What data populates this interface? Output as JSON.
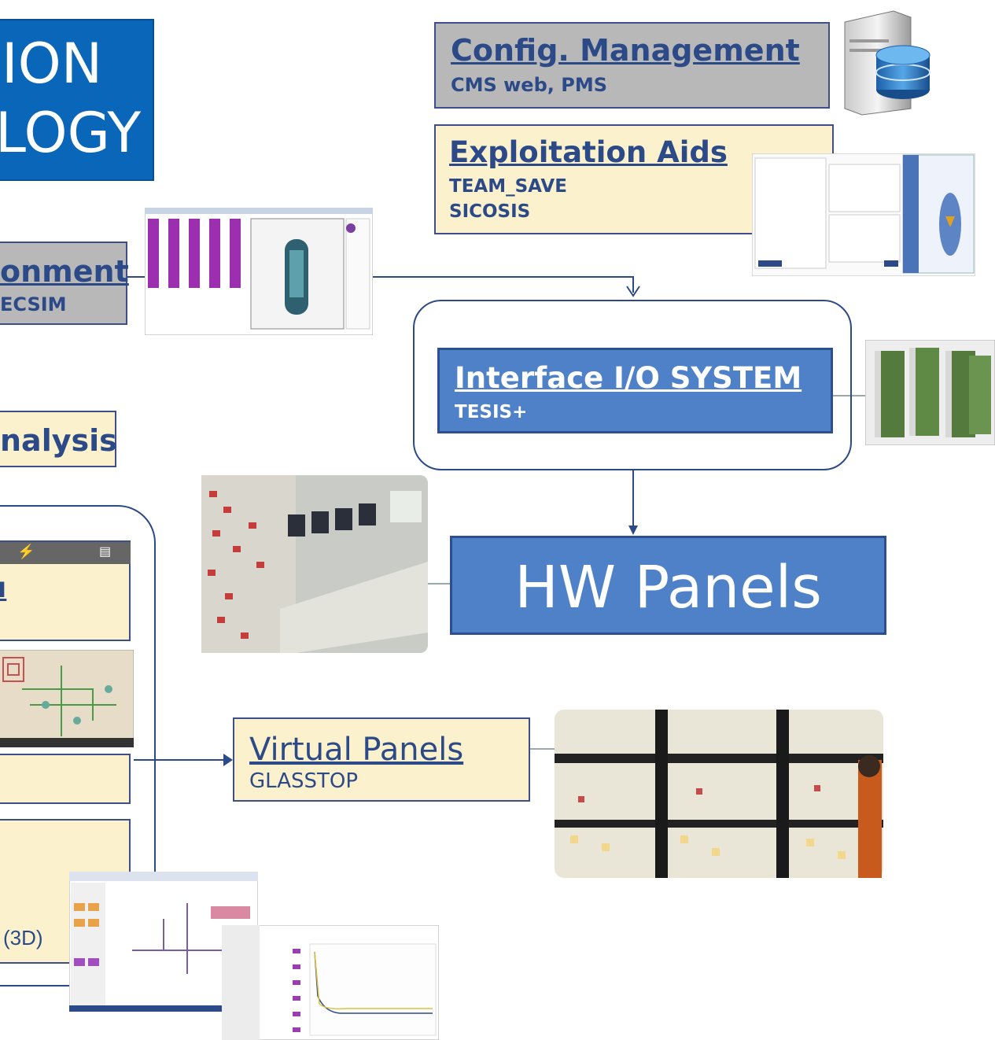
{
  "title_block": {
    "line1": "ION",
    "line2": "LOGY"
  },
  "config": {
    "title": "Config. Management",
    "subtitle": "CMS web, PMS"
  },
  "exploitation": {
    "title": "Exploitation Aids",
    "line1": "TEAM_SAVE",
    "line2": "SICOSIS"
  },
  "environment": {
    "title": "onment",
    "subtitle": "ECSIM"
  },
  "interface": {
    "title": "Interface I/O SYSTEM",
    "subtitle": "TESIS+"
  },
  "analysis": {
    "title": "nalysis"
  },
  "hw_panels": {
    "title": "HW Panels"
  },
  "virtual_panels": {
    "title": "Virtual Panels",
    "subtitle": "GLASSTOP"
  },
  "left_partial": {
    "label_3d": "(3D)"
  },
  "colors": {
    "blue_title": "#0a66b8",
    "box_blue": "#4f81c8",
    "cream": "#fbf1cd",
    "gray": "#b8b8b8",
    "line": "#2c4a88"
  }
}
